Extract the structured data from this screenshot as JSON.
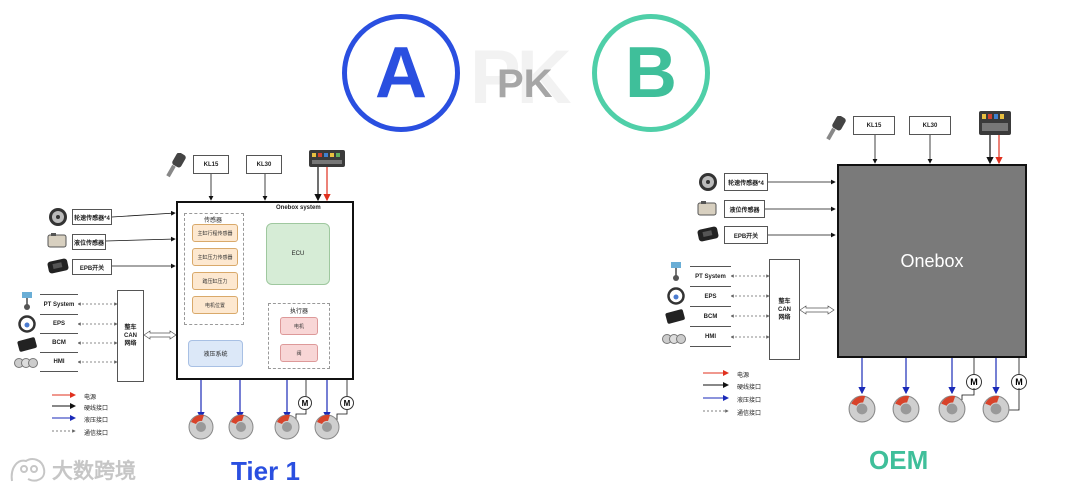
{
  "header": {
    "badge_a": "A",
    "badge_b": "B",
    "pk": "PK"
  },
  "left": {
    "kl15": "KL15",
    "kl30": "KL30",
    "onebox_title": "Onebox system",
    "sensor_group": "传感器",
    "sensors": [
      "主缸行程传感器",
      "主缸压力传感器",
      "踏压缸压力",
      "电机位置"
    ],
    "ecu": "ECU",
    "actuator_group": "执行器",
    "actuators": [
      "电机",
      "阀"
    ],
    "hydraulic": "液压系统",
    "inputs": [
      "轮速传感器*4",
      "液位传感器",
      "EPB开关"
    ],
    "systems": [
      "PT System",
      "EPS",
      "BCM",
      "HMI"
    ],
    "can": [
      "整车",
      "CAN",
      "网络"
    ],
    "legend": [
      "电源",
      "硬线接口",
      "液压接口",
      "通信接口"
    ],
    "motor": "M",
    "caption": "Tier 1"
  },
  "right": {
    "kl15": "KL15",
    "kl30": "KL30",
    "onebox": "Onebox",
    "inputs": [
      "轮速传感器*4",
      "液位传感器",
      "EPB开关"
    ],
    "systems": [
      "PT System",
      "EPS",
      "BCM",
      "HMI"
    ],
    "can": [
      "整车",
      "CAN",
      "网络"
    ],
    "legend": [
      "电源",
      "硬线接口",
      "液压接口",
      "通信接口"
    ],
    "motor": "M",
    "caption": "OEM"
  },
  "watermark": "大数跨境",
  "colors": {
    "blue": "#2a4fe0",
    "green": "#3fbf9a",
    "power": "#e0301e",
    "hydraulic": "#1a2ab8"
  },
  "icons": [
    "key-icon",
    "fuse-box-icon",
    "wheel-sensor-icon",
    "fluid-level-icon",
    "epb-switch-icon",
    "pt-system-icon",
    "steering-wheel-icon",
    "bcm-module-icon",
    "hmi-gauges-icon",
    "brake-disc-icon",
    "motor-icon"
  ]
}
